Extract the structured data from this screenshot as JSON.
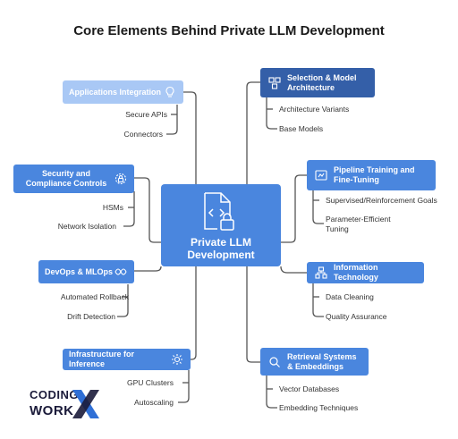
{
  "title": "Core Elements Behind Private LLM Development",
  "center": {
    "label": "Private LLM Development",
    "icon": "code-file-lock-icon"
  },
  "left_nodes": [
    {
      "label": "Applications Integration",
      "icon": "lightbulb-icon",
      "items": [
        "Secure APIs",
        "Connectors"
      ]
    },
    {
      "label": "Security and Compliance Controls",
      "icon": "lock-gear-icon",
      "items": [
        "HSMs",
        "Network Isolation"
      ]
    },
    {
      "label": "DevOps & MLOps",
      "icon": "pipeline-icon",
      "items": [
        "Automated Rollback",
        "Drift Detection"
      ]
    },
    {
      "label": "Infrastructure for Inference",
      "icon": "infrastructure-icon",
      "items": [
        "GPU Clusters",
        "Autoscaling"
      ]
    }
  ],
  "right_nodes": [
    {
      "label": "Selection & Model Architecture",
      "icon": "architecture-icon",
      "items": [
        "Architecture Variants",
        "Base Models"
      ]
    },
    {
      "label": "Pipeline Training and Fine-Tuning",
      "icon": "training-icon",
      "items": [
        "Supervised/Reinforcement Goals",
        "Parameter-Efficient Tuning"
      ]
    },
    {
      "label": "Information Technology",
      "icon": "network-icon",
      "items": [
        "Data Cleaning",
        "Quality Assurance"
      ]
    },
    {
      "label": "Retrieval Systems & Embeddings",
      "icon": "search-icon",
      "items": [
        "Vector Databases",
        "Embedding Techniques"
      ]
    }
  ],
  "logo": {
    "line1": "CODING",
    "line2": "WORK"
  },
  "colors": {
    "primary": "#4a86de",
    "dark": "#345fa8",
    "light": "#a9c8f5",
    "line": "#555555"
  }
}
